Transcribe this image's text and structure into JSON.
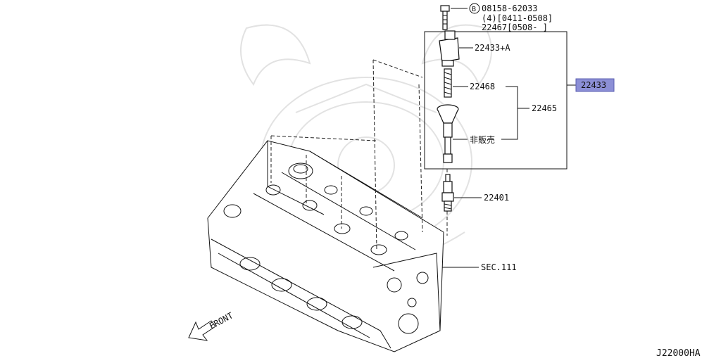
{
  "diagram_code": "J22000HA",
  "accent_color": "#8c8fd6",
  "labels": {
    "bolt_ref": "08158-62033",
    "bolt_qty_range": "(4)[0411-0508]",
    "bolt_alt": "22467[0508-   ]",
    "bolt_circle_letter": "B",
    "coil_a": "22433+A",
    "spring": "22468",
    "boot_group": "22465",
    "not_sold": "非販売",
    "coil_assembly_highlight": "22433",
    "spark_plug": "22401",
    "section_ref": "SEC.111",
    "front": "FRONT"
  },
  "icons": {
    "watermark": "samurai-helmet-watermark-icon",
    "front_arrow": "front-arrow-icon"
  }
}
